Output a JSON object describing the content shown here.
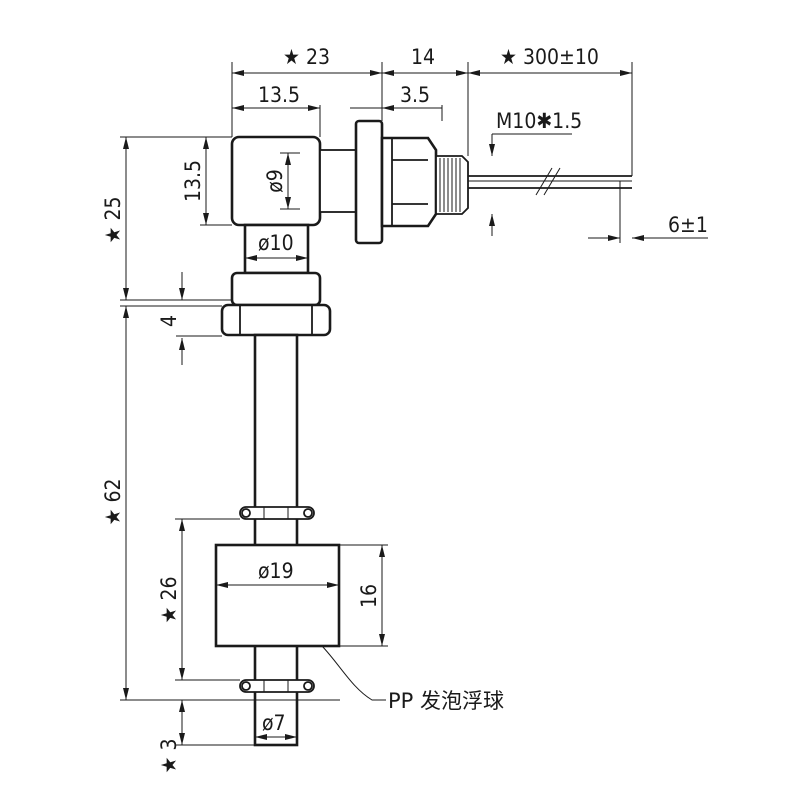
{
  "dimensions": {
    "top_23": "★ 23",
    "top_14": "14",
    "top_300": "★ 300±10",
    "top_13_5": "13.5",
    "top_3_5": "3.5",
    "thread": "M10✱1.5",
    "cable_6": "6±1",
    "side_13_5": "13.5",
    "dia_9": "ø9",
    "left_25": "★ 25",
    "dia_10": "ø10",
    "left_4": "4",
    "left_62": "★ 62",
    "left_26": "★ 26",
    "dia_19": "ø19",
    "right_16": "16",
    "dia_7": "ø7",
    "bottom_3": "★ 3"
  },
  "annotations": {
    "float_label": "PP 发泡浮球"
  },
  "colors": {
    "line": "#1a1a1a",
    "background": "#ffffff"
  }
}
